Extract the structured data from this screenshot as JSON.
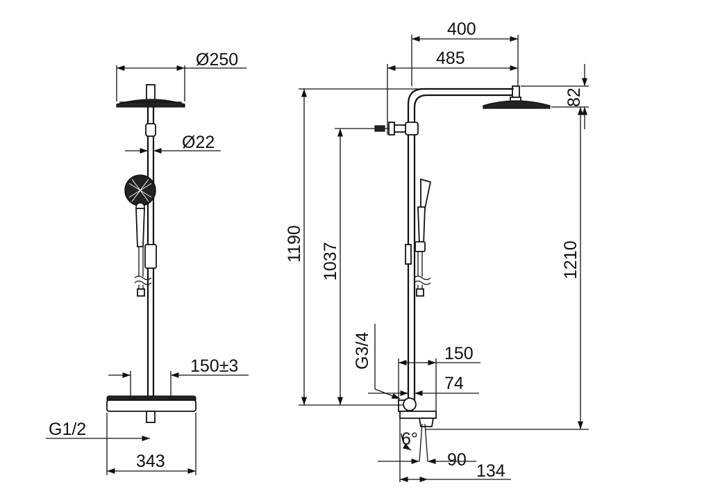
{
  "drawing": {
    "front_view": {
      "labels": {
        "head_diameter": "Ø250",
        "pipe_diameter": "Ø22",
        "inlet_spacing": "150±3",
        "inlet_thread": "G1/2",
        "mixer_width": "343"
      }
    },
    "side_view": {
      "labels": {
        "arm_length": "400",
        "arm_reach": "485",
        "head_drop": "82",
        "total_height": "1190",
        "holder_height": "1037",
        "head_height": "1210",
        "outlet_thread": "G3/4",
        "mixer_depth": "150",
        "wall_offset": "74",
        "spout_angle": "6°",
        "spout_offset": "90",
        "spout_depth": "134"
      }
    }
  }
}
